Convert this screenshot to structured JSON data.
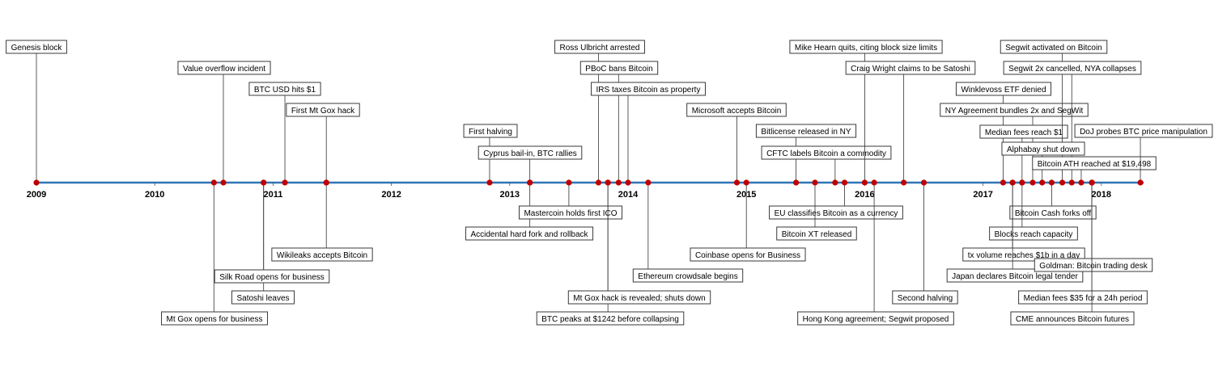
{
  "chart_data": {
    "type": "timeline",
    "axis_color": "#2e75b6",
    "marker_color": "#c00000",
    "years": [
      "2009",
      "2010",
      "2011",
      "2012",
      "2013",
      "2014",
      "2015",
      "2016",
      "2017",
      "2018"
    ],
    "events": [
      {
        "label": "Genesis block",
        "date": 2009.0
      },
      {
        "label": "Value overflow incident",
        "date": 2010.58
      },
      {
        "label": "BTC USD hits $1",
        "date": 2011.1
      },
      {
        "label": "First Mt Gox hack",
        "date": 2011.45
      },
      {
        "label": "Mt Gox opens for business",
        "date": 2010.5
      },
      {
        "label": "Satoshi leaves",
        "date": 2010.92
      },
      {
        "label": "Silk Road opens for business",
        "date": 2010.92
      },
      {
        "label": "Wikileaks accepts Bitcoin",
        "date": 2011.45
      },
      {
        "label": "First halving",
        "date": 2012.83
      },
      {
        "label": "Cyprus bail-in, BTC rallies",
        "date": 2013.17
      },
      {
        "label": "Accidental hard fork and rollback",
        "date": 2013.17
      },
      {
        "label": "Mastercoin holds first ICO",
        "date": 2013.5
      },
      {
        "label": "Ross Ulbricht arrested",
        "date": 2013.75
      },
      {
        "label": "PBoC bans Bitcoin",
        "date": 2013.92
      },
      {
        "label": "IRS taxes Bitcoin as property",
        "date": 2014.0
      },
      {
        "label": "BTC peaks at $1242 before collapsing",
        "date": 2013.83
      },
      {
        "label": "Mt Gox hack is revealed; shuts down",
        "date": 2013.83
      },
      {
        "label": "Ethereum crowdsale begins",
        "date": 2014.17
      },
      {
        "label": "Microsoft accepts Bitcoin",
        "date": 2014.92
      },
      {
        "label": "Coinbase opens for Business",
        "date": 2015.0
      },
      {
        "label": "Bitlicense released in NY",
        "date": 2015.42
      },
      {
        "label": "CFTC labels Bitcoin a commodity",
        "date": 2015.75
      },
      {
        "label": "EU classifies Bitcoin as a currency",
        "date": 2015.83
      },
      {
        "label": "Bitcoin XT released",
        "date": 2015.58
      },
      {
        "label": "Mike Hearn quits, citing block size limits",
        "date": 2016.0
      },
      {
        "label": "Craig Wright claims to be Satoshi",
        "date": 2016.33
      },
      {
        "label": "Hong Kong agreement; Segwit proposed",
        "date": 2016.08
      },
      {
        "label": "Second halving",
        "date": 2016.5
      },
      {
        "label": "Winklevoss ETF denied",
        "date": 2017.17
      },
      {
        "label": "NY Agreement bundles 2x and SegWit",
        "date": 2017.42
      },
      {
        "label": "Median fees reach $1",
        "date": 2017.33
      },
      {
        "label": "Segwit activated on Bitcoin",
        "date": 2017.67
      },
      {
        "label": "Segwit 2x cancelled, NYA collapses",
        "date": 2017.75
      },
      {
        "label": "Alphabay shut down",
        "date": 2017.5
      },
      {
        "label": "Bitcoin ATH reached at $19,498",
        "date": 2017.83
      },
      {
        "label": "DoJ probes BTC price manipulation",
        "date": 2018.33
      },
      {
        "label": "Bitcoin Cash forks off",
        "date": 2017.58
      },
      {
        "label": "Blocks reach capacity",
        "date": 2017.33
      },
      {
        "label": "tx volume reaches $1b in a day",
        "date": 2017.25
      },
      {
        "label": "Japan declares Bitcoin legal tender",
        "date": 2017.25
      },
      {
        "label": "Goldman: Bitcoin trading desk",
        "date": 2017.92
      },
      {
        "label": "Median fees $35 for a 24h period",
        "date": 2017.92
      },
      {
        "label": "CME announces Bitcoin futures",
        "date": 2017.92
      }
    ]
  }
}
